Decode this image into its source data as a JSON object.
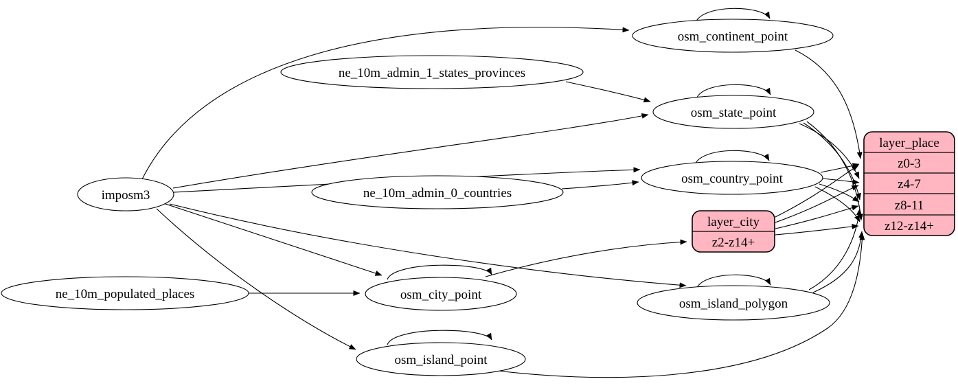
{
  "diagram": {
    "kind": "etl-mapping-graph",
    "background_color": "#ffffff",
    "node_fill_color": "#ffffff",
    "record_fill_color": "#ffb6c1",
    "line_color": "#000000",
    "text_color": "#000000"
  },
  "nodes": {
    "imposm3": {
      "label": "imposm3"
    },
    "ne_10m_admin_1_states_provinces": {
      "label": "ne_10m_admin_1_states_provinces"
    },
    "ne_10m_admin_0_countries": {
      "label": "ne_10m_admin_0_countries"
    },
    "ne_10m_populated_places": {
      "label": "ne_10m_populated_places"
    },
    "osm_continent_point": {
      "label": "osm_continent_point"
    },
    "osm_state_point": {
      "label": "osm_state_point"
    },
    "osm_country_point": {
      "label": "osm_country_point"
    },
    "osm_city_point": {
      "label": "osm_city_point"
    },
    "osm_island_polygon": {
      "label": "osm_island_polygon"
    },
    "osm_island_point": {
      "label": "osm_island_point"
    }
  },
  "records": {
    "layer_place": {
      "header": "layer_place",
      "rows": [
        "z0-3",
        "z4-7",
        "z8-11",
        "z12-z14+"
      ]
    },
    "layer_city": {
      "header": "layer_city",
      "rows": [
        "z2-z14+"
      ]
    }
  },
  "edges": [
    {
      "from": "imposm3",
      "to": "osm_continent_point"
    },
    {
      "from": "imposm3",
      "to": "osm_state_point"
    },
    {
      "from": "imposm3",
      "to": "osm_country_point"
    },
    {
      "from": "imposm3",
      "to": "osm_city_point"
    },
    {
      "from": "imposm3",
      "to": "osm_island_polygon"
    },
    {
      "from": "imposm3",
      "to": "osm_island_point"
    },
    {
      "from": "ne_10m_admin_1_states_provinces",
      "to": "osm_state_point"
    },
    {
      "from": "ne_10m_admin_0_countries",
      "to": "osm_country_point"
    },
    {
      "from": "ne_10m_populated_places",
      "to": "osm_city_point"
    },
    {
      "from": "osm_continent_point",
      "to": "osm_continent_point"
    },
    {
      "from": "osm_state_point",
      "to": "osm_state_point"
    },
    {
      "from": "osm_country_point",
      "to": "osm_country_point"
    },
    {
      "from": "osm_city_point",
      "to": "osm_city_point"
    },
    {
      "from": "osm_island_polygon",
      "to": "osm_island_polygon"
    },
    {
      "from": "osm_island_point",
      "to": "osm_island_point"
    },
    {
      "from": "osm_continent_point",
      "to": "layer_place",
      "to_port": "z0-3"
    },
    {
      "from": "osm_state_point",
      "to": "layer_place",
      "to_port": "z4-7"
    },
    {
      "from": "osm_state_point",
      "to": "layer_place",
      "to_port": "z8-11"
    },
    {
      "from": "osm_state_point",
      "to": "layer_place",
      "to_port": "z12-z14+"
    },
    {
      "from": "osm_country_point",
      "to": "layer_place",
      "to_port": "z0-3"
    },
    {
      "from": "osm_country_point",
      "to": "layer_place",
      "to_port": "z4-7"
    },
    {
      "from": "osm_country_point",
      "to": "layer_place",
      "to_port": "z8-11"
    },
    {
      "from": "osm_country_point",
      "to": "layer_place",
      "to_port": "z12-z14+"
    },
    {
      "from": "osm_city_point",
      "to": "layer_city",
      "to_port": "z2-z14+"
    },
    {
      "from": "layer_city",
      "from_port": "z2-z14+",
      "to": "layer_place",
      "to_port": "z0-3"
    },
    {
      "from": "layer_city",
      "from_port": "z2-z14+",
      "to": "layer_place",
      "to_port": "z4-7"
    },
    {
      "from": "layer_city",
      "from_port": "z2-z14+",
      "to": "layer_place",
      "to_port": "z8-11"
    },
    {
      "from": "layer_city",
      "from_port": "z2-z14+",
      "to": "layer_place",
      "to_port": "z12-z14+"
    },
    {
      "from": "osm_island_polygon",
      "to": "layer_place",
      "to_port": "z8-11"
    },
    {
      "from": "osm_island_polygon",
      "to": "layer_place",
      "to_port": "z12-z14+"
    },
    {
      "from": "osm_island_point",
      "to": "layer_place",
      "to_port": "z12-z14+"
    }
  ]
}
